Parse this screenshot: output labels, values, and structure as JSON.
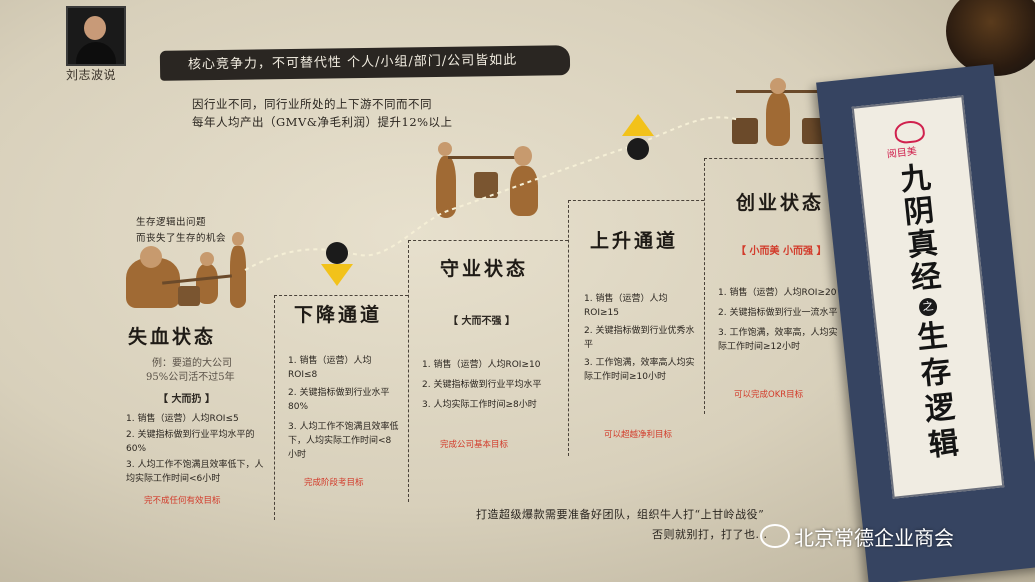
{
  "author_label": "刘志波说",
  "banner": "核心竞争力，不可替代性 个人/小组/部门/公司皆如此",
  "intro_lines": [
    "因行业不同，同行业所处的上下游不同而不同",
    "每年人均产出（GMV&净毛利润）提升12%以上"
  ],
  "note_left": [
    "生存逻辑出问题",
    "而丧失了生存的机会"
  ],
  "stages": [
    {
      "title": "失血状态",
      "subtitle": [
        "例：要道的大公司",
        "95%公司活不过5年"
      ],
      "tag": "【 大而扔 】",
      "items": [
        "销售（运营）人均ROI≤5",
        "关键指标做到行业平均水平的60%",
        "人均工作不饱满且效率低下，人均实际工作时间<6小时"
      ],
      "goal": "完不成任何有效目标"
    },
    {
      "title": "下降通道",
      "items": [
        "销售（运营）人均ROI≤8",
        "关键指标做到行业水平80%",
        "人均工作不饱满且效率低下，人均实际工作时间<8小时"
      ],
      "goal": "完成阶段考目标"
    },
    {
      "title": "守业状态",
      "tag": "【 大而不强 】",
      "items": [
        "销售（运营）人均ROI≥10",
        "关键指标做到行业平均水平",
        "人均实际工作时间≥8小时"
      ],
      "goal": "完成公司基本目标"
    },
    {
      "title": "上升通道",
      "items": [
        "销售（运营）人均ROI≥15",
        "关键指标做到行业优秀水平",
        "工作饱满，效率高人均实际工作时间≥10小时"
      ],
      "goal": "可以超越净利目标"
    },
    {
      "title": "创业状态",
      "tag": "【 小而美 小而强 】",
      "items": [
        "销售（运营）人均ROI≥20",
        "关键指标做到行业一流水平",
        "工作饱满，效率高，人均实际工作时间≥12小时"
      ],
      "goal": "可以完成OKR目标"
    }
  ],
  "bottom_note": [
    "打造超级爆款需要准备好团队，组织牛人打“上甘岭战役”",
    "否则就别打，打了也..."
  ],
  "book": {
    "brand": "阅目美",
    "title_lines": [
      "九",
      "阴",
      "真",
      "经"
    ],
    "connector": "之",
    "subtitle_lines": [
      "生",
      "存",
      "逻",
      "辑"
    ]
  },
  "watermark": "北京常德企业商会",
  "colors": {
    "banner": "#2a2622",
    "goal_red": "#d23a2a",
    "arrow": "#f2c21a",
    "book_cover": "#364461",
    "brand": "#d0214e"
  }
}
